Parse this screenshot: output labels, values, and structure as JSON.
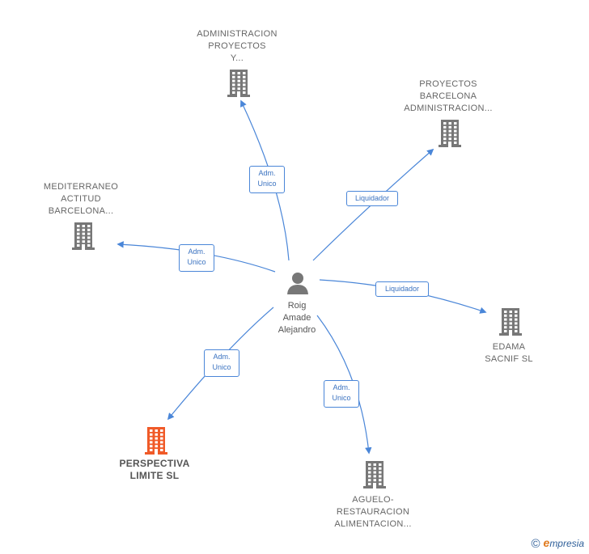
{
  "center": {
    "lines": [
      "Roig",
      "Amade",
      "Alejandro"
    ],
    "icon": "person-icon"
  },
  "companies": [
    {
      "id": "c1",
      "lines": [
        "ADMINISTRACION",
        "PROYECTOS",
        "Y..."
      ],
      "icon": "building-icon",
      "color": "#777777",
      "highlight": false
    },
    {
      "id": "c2",
      "lines": [
        "PROYECTOS",
        "BARCELONA",
        "ADMINISTRACION..."
      ],
      "icon": "building-icon",
      "color": "#777777",
      "highlight": false
    },
    {
      "id": "c3",
      "lines": [
        "MEDITERRANEO",
        "ACTITUD",
        "BARCELONA..."
      ],
      "icon": "building-icon",
      "color": "#777777",
      "highlight": false
    },
    {
      "id": "c4",
      "lines": [
        "EDAMA",
        "SACNIF SL"
      ],
      "icon": "building-icon",
      "color": "#777777",
      "highlight": false
    },
    {
      "id": "c5",
      "lines": [
        "PERSPECTIVA",
        "LIMITE  SL"
      ],
      "icon": "building-icon",
      "color": "#f05a28",
      "highlight": true
    },
    {
      "id": "c6",
      "lines": [
        "AGUELO-",
        "RESTAURACION",
        "ALIMENTACION..."
      ],
      "icon": "building-icon",
      "color": "#777777",
      "highlight": false
    }
  ],
  "edges": [
    {
      "to": "c1",
      "lines": [
        "Adm.",
        "Unico"
      ]
    },
    {
      "to": "c2",
      "lines": [
        "Liquidador"
      ]
    },
    {
      "to": "c3",
      "lines": [
        "Adm.",
        "Unico"
      ]
    },
    {
      "to": "c4",
      "lines": [
        "Liquidador"
      ]
    },
    {
      "to": "c5",
      "lines": [
        "Adm.",
        "Unico"
      ]
    },
    {
      "to": "c6",
      "lines": [
        "Adm.",
        "Unico"
      ]
    }
  ],
  "colors": {
    "edge": "#4a86d8",
    "node": "#777777",
    "highlight": "#f05a28"
  },
  "brand": {
    "copyright": "©",
    "first_letter": "e",
    "rest": "mpresia"
  }
}
